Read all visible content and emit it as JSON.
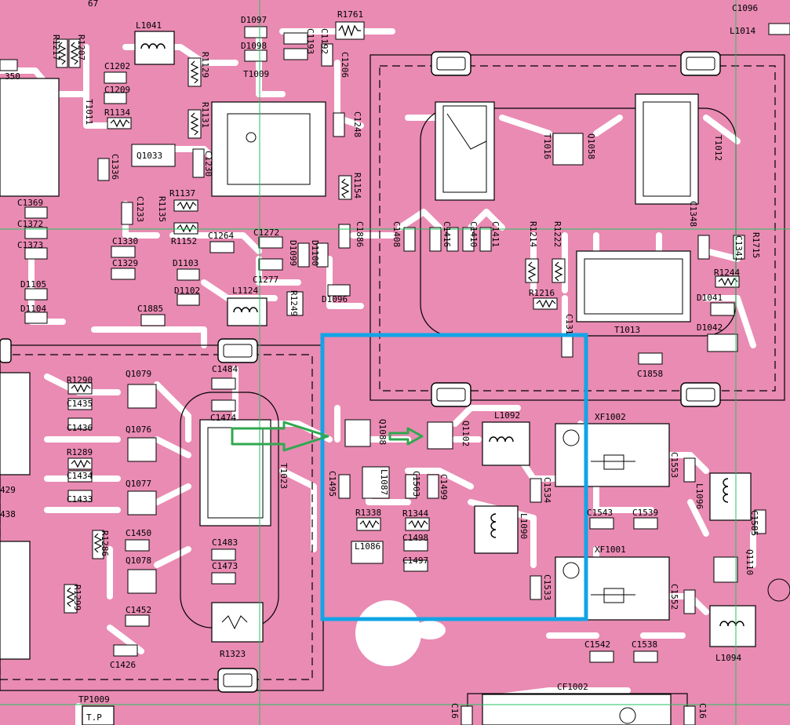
{
  "colors": {
    "board": "#e98bb3",
    "trace": "#ffffff",
    "outline": "#000000",
    "grid": "#22c55e",
    "highlight": "#12a4e6",
    "arrow": "#2fa84f"
  },
  "labels": [
    {
      "id": "l1",
      "text": "R1761"
    },
    {
      "id": "l2",
      "text": "D1097"
    },
    {
      "id": "l3",
      "text": "D1098"
    },
    {
      "id": "l4",
      "text": "L1041"
    },
    {
      "id": "l5",
      "text": "T1009"
    },
    {
      "id": "l6",
      "text": "C1202"
    },
    {
      "id": "l7",
      "text": "C1209"
    },
    {
      "id": "l8",
      "text": "R1134"
    },
    {
      "id": "l9",
      "text": "Q1033"
    },
    {
      "id": "l10",
      "text": "R1137"
    },
    {
      "id": "l11",
      "text": "R1152"
    },
    {
      "id": "l12",
      "text": "C1264"
    },
    {
      "id": "l13",
      "text": "C1272"
    },
    {
      "id": "l14",
      "text": "C1277"
    },
    {
      "id": "l15",
      "text": "C1330"
    },
    {
      "id": "l16",
      "text": "C1329"
    },
    {
      "id": "l17",
      "text": "D1103"
    },
    {
      "id": "l18",
      "text": "D1102"
    },
    {
      "id": "l19",
      "text": "L1124"
    },
    {
      "id": "l20",
      "text": "C1885"
    },
    {
      "id": "l21",
      "text": "D1096"
    },
    {
      "id": "l22",
      "text": "C1369"
    },
    {
      "id": "l23",
      "text": "C1372"
    },
    {
      "id": "l24",
      "text": "C1373"
    },
    {
      "id": "l25",
      "text": "D1105"
    },
    {
      "id": "l26",
      "text": "D1104"
    },
    {
      "id": "l27",
      "text": "350"
    },
    {
      "id": "l28",
      "text": "C1096"
    },
    {
      "id": "l29",
      "text": "L1014"
    },
    {
      "id": "l30",
      "text": "R1216"
    },
    {
      "id": "l31",
      "text": "T1013"
    },
    {
      "id": "l32",
      "text": "R1244"
    },
    {
      "id": "l33",
      "text": "D1041"
    },
    {
      "id": "l34",
      "text": "D1042"
    },
    {
      "id": "l35",
      "text": "C1858"
    },
    {
      "id": "l36",
      "text": "R1290"
    },
    {
      "id": "l37",
      "text": "C1435"
    },
    {
      "id": "l38",
      "text": "C1436"
    },
    {
      "id": "l39",
      "text": "R1289"
    },
    {
      "id": "l40",
      "text": "C1434"
    },
    {
      "id": "l41",
      "text": "C1433"
    },
    {
      "id": "l42",
      "text": "Q1079"
    },
    {
      "id": "l43",
      "text": "Q1076"
    },
    {
      "id": "l44",
      "text": "Q1077"
    },
    {
      "id": "l45",
      "text": "C1450"
    },
    {
      "id": "l46",
      "text": "Q1078"
    },
    {
      "id": "l47",
      "text": "C1452"
    },
    {
      "id": "l48",
      "text": "C1426"
    },
    {
      "id": "l49",
      "text": "C1484"
    },
    {
      "id": "l50",
      "text": "C1474"
    },
    {
      "id": "l51",
      "text": "C1483"
    },
    {
      "id": "l52",
      "text": "C1473"
    },
    {
      "id": "l53",
      "text": "R1323"
    },
    {
      "id": "l54",
      "text": "TP1009"
    },
    {
      "id": "l55",
      "text": "T.P"
    },
    {
      "id": "l56",
      "text": "L1092"
    },
    {
      "id": "l57",
      "text": "R1338"
    },
    {
      "id": "l58",
      "text": "R1344"
    },
    {
      "id": "l59",
      "text": "C1498"
    },
    {
      "id": "l60",
      "text": "L1086"
    },
    {
      "id": "l61",
      "text": "C1497"
    },
    {
      "id": "l62",
      "text": "XF1002"
    },
    {
      "id": "l63",
      "text": "XF1001"
    },
    {
      "id": "l64",
      "text": "C1543"
    },
    {
      "id": "l65",
      "text": "C1539"
    },
    {
      "id": "l66",
      "text": "C1542"
    },
    {
      "id": "l67",
      "text": "C1538"
    },
    {
      "id": "l68",
      "text": "L1094"
    },
    {
      "id": "l69",
      "text": "CF1002"
    },
    {
      "id": "l70",
      "text": "429"
    },
    {
      "id": "l71",
      "text": "438"
    },
    {
      "id": "l72",
      "text": "67"
    }
  ],
  "vlabels": [
    {
      "id": "v1",
      "text": "R1217"
    },
    {
      "id": "v2",
      "text": "R1207"
    },
    {
      "id": "v3",
      "text": "R1129"
    },
    {
      "id": "v4",
      "text": "R1131"
    },
    {
      "id": "v5",
      "text": "C1193"
    },
    {
      "id": "v6",
      "text": "C1192"
    },
    {
      "id": "v7",
      "text": "C1206"
    },
    {
      "id": "v8",
      "text": "T1011"
    },
    {
      "id": "v9",
      "text": "C1248"
    },
    {
      "id": "v10",
      "text": "C1336"
    },
    {
      "id": "v11",
      "text": "C1230"
    },
    {
      "id": "v12",
      "text": "R1154"
    },
    {
      "id": "v13",
      "text": "C1233"
    },
    {
      "id": "v14",
      "text": "R1135"
    },
    {
      "id": "v15",
      "text": "C1886"
    },
    {
      "id": "v16",
      "text": "D1099"
    },
    {
      "id": "v17",
      "text": "D1100"
    },
    {
      "id": "v18",
      "text": "R1249"
    },
    {
      "id": "v19",
      "text": "T1016"
    },
    {
      "id": "v20",
      "text": "Q1058"
    },
    {
      "id": "v21",
      "text": "T1012"
    },
    {
      "id": "v22",
      "text": "C1408"
    },
    {
      "id": "v23",
      "text": "C1416"
    },
    {
      "id": "v24",
      "text": "C1410"
    },
    {
      "id": "v25",
      "text": "C1411"
    },
    {
      "id": "v26",
      "text": "R1214"
    },
    {
      "id": "v27",
      "text": "R1222"
    },
    {
      "id": "v28",
      "text": "C1348"
    },
    {
      "id": "v29",
      "text": "C1341"
    },
    {
      "id": "v30",
      "text": "R1715"
    },
    {
      "id": "v31",
      "text": "C131"
    },
    {
      "id": "v32",
      "text": "T1023"
    },
    {
      "id": "v33",
      "text": "R1286"
    },
    {
      "id": "v34",
      "text": "R1299"
    },
    {
      "id": "v35",
      "text": "Q1088"
    },
    {
      "id": "v36",
      "text": "Q1102"
    },
    {
      "id": "v37",
      "text": "C1495"
    },
    {
      "id": "v38",
      "text": "L1087"
    },
    {
      "id": "v39",
      "text": "C1503"
    },
    {
      "id": "v40",
      "text": "C1499"
    },
    {
      "id": "v41",
      "text": "C1534"
    },
    {
      "id": "v42",
      "text": "L1090"
    },
    {
      "id": "v43",
      "text": "C1533"
    },
    {
      "id": "v44",
      "text": "C1553"
    },
    {
      "id": "v45",
      "text": "C1552"
    },
    {
      "id": "v46",
      "text": "L1096"
    },
    {
      "id": "v47",
      "text": "C1585"
    },
    {
      "id": "v48",
      "text": "Q1110"
    },
    {
      "id": "v49",
      "text": "C16"
    },
    {
      "id": "v50",
      "text": "C16"
    }
  ]
}
